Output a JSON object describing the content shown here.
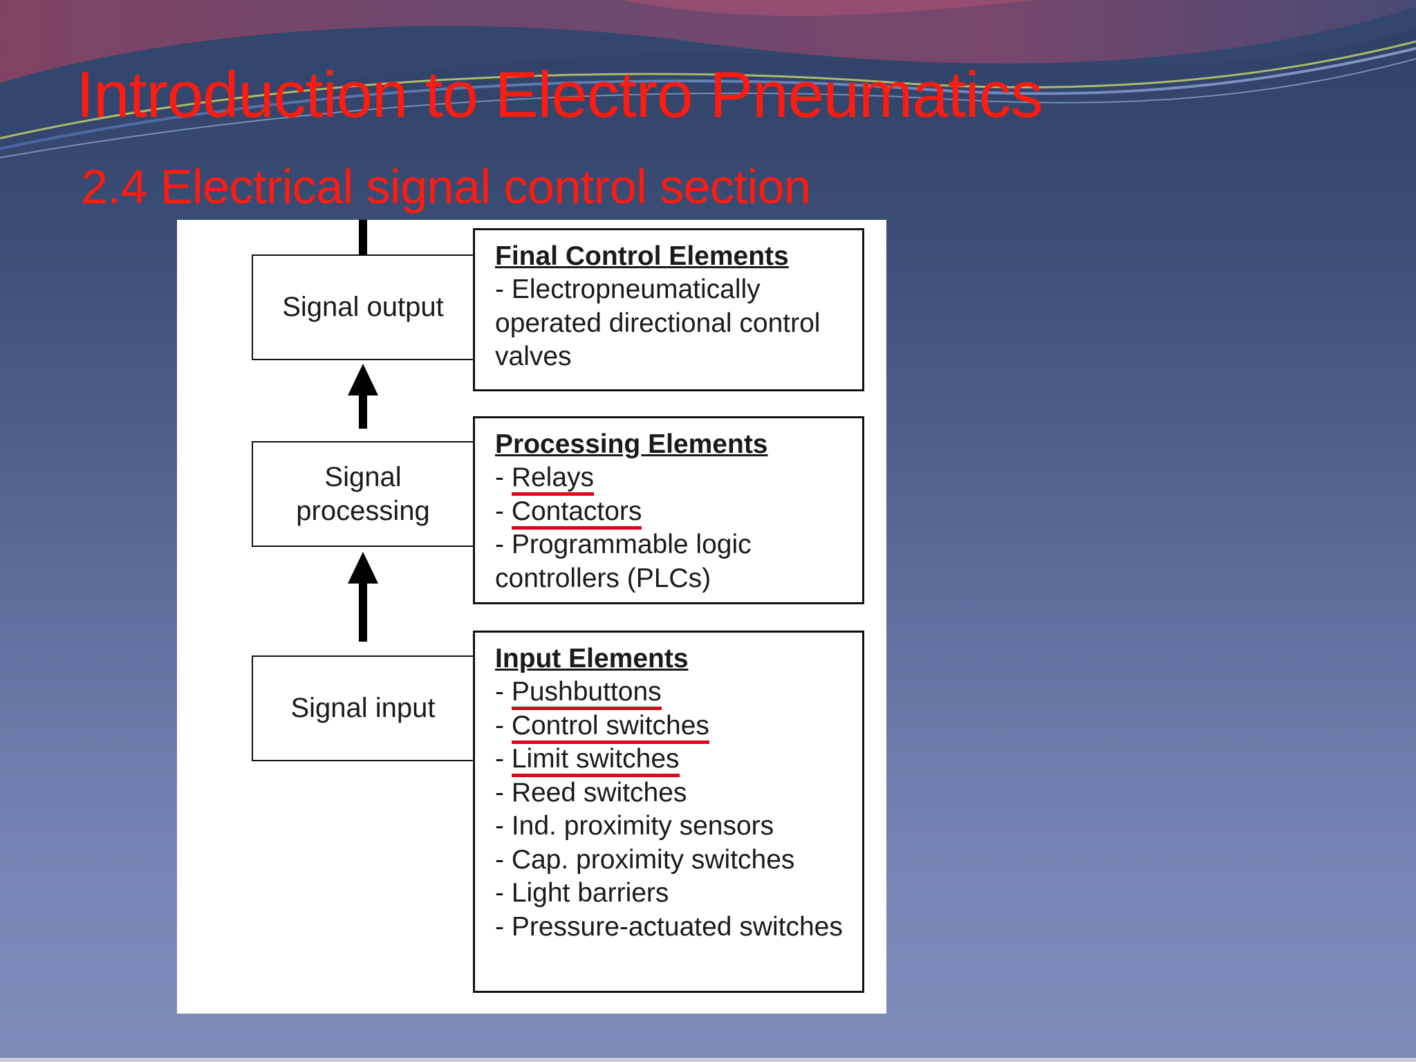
{
  "slide": {
    "title": "Introduction to Electro Pneumatics",
    "subtitle": "2.4 Electrical signal control section"
  },
  "diagram": {
    "stages": [
      {
        "label": "Signal output"
      },
      {
        "label": "Signal processing"
      },
      {
        "label": "Signal input"
      }
    ],
    "element_groups": [
      {
        "heading": "Final Control Elements",
        "items": [
          {
            "text": "- Electropneumatically operated directional control valves",
            "highlighted": false
          }
        ]
      },
      {
        "heading": "Processing Elements",
        "items": [
          {
            "text": "Relays",
            "highlighted": true
          },
          {
            "text": "Contactors",
            "highlighted": true
          },
          {
            "text": "- Programmable logic controllers (PLCs)",
            "highlighted": false
          }
        ]
      },
      {
        "heading": "Input Elements",
        "items": [
          {
            "text": "Pushbuttons",
            "highlighted": true
          },
          {
            "text": "Control switches",
            "highlighted": true
          },
          {
            "text": "Limit switches",
            "highlighted": true
          },
          {
            "text": "- Reed switches",
            "highlighted": false
          },
          {
            "text": "- Ind. proximity sensors",
            "highlighted": false
          },
          {
            "text": "- Cap. proximity switches",
            "highlighted": false
          },
          {
            "text": "- Light barriers",
            "highlighted": false
          },
          {
            "text": "- Pressure-actuated switches",
            "highlighted": false
          }
        ]
      }
    ],
    "highlight_color": "#e2001a",
    "title_color": "#ff1b0f"
  }
}
